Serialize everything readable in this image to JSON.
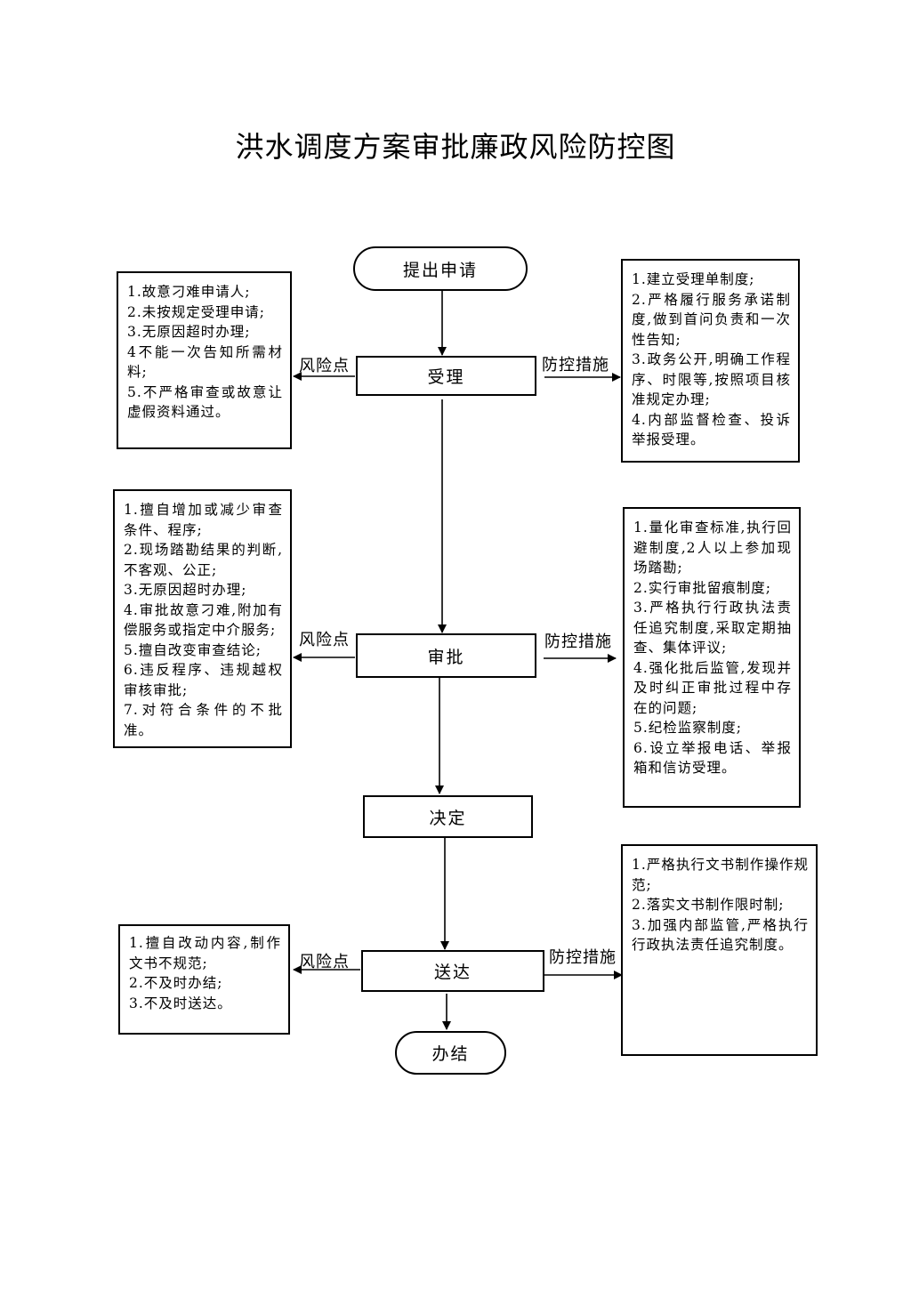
{
  "title": "洪水调度方案审批廉政风险防控图",
  "flow": {
    "start": "提出申请",
    "accept": "受理",
    "approve": "审批",
    "decide": "决定",
    "deliver": "送达",
    "end": "办结"
  },
  "labels": {
    "risk": "风险点",
    "measure": "防控措施"
  },
  "accept_risks": [
    "1.故意刁难申请人;",
    "2.未按规定受理申请;",
    "3.无原因超时办理;",
    "4不能一次告知所需材料;",
    "5.不严格审查或故意让虚假资料通过。"
  ],
  "accept_measures": [
    "1.建立受理单制度;",
    "2.严格履行服务承诺制度,做到首问负责和一次性告知;",
    "3.政务公开,明确工作程序、时限等,按照项目核准规定办理;",
    "4.内部监督检查、投诉举报受理。"
  ],
  "approve_risks": [
    "1.擅自增加或减少审查条件、程序;",
    "2.现场踏勘结果的判断,不客观、公正;",
    "3.无原因超时办理;",
    "4.审批故意刁难,附加有偿服务或指定中介服务;",
    "5.擅自改变审查结论;",
    "6.违反程序、违规越权审核审批;",
    "7.对符合条件的不批准。"
  ],
  "approve_measures": [
    "1.量化审查标准,执行回避制度,2人以上参加现场踏勘;",
    "2.实行审批留痕制度;",
    "3.严格执行行政执法责任追究制度,采取定期抽查、集体评议;",
    "4.强化批后监管,发现并及时纠正审批过程中存在的问题;",
    "5.纪检监察制度;",
    "6.设立举报电话、举报箱和信访受理。"
  ],
  "deliver_risks": [
    "1.擅自改动内容,制作文书不规范;",
    "2.不及时办结;",
    "3.不及时送达。"
  ],
  "deliver_measures": [
    "1.严格执行文书制作操作规范;",
    "2.落实文书制作限时制;",
    "3.加强内部监管,严格执行行政执法责任追究制度。"
  ]
}
